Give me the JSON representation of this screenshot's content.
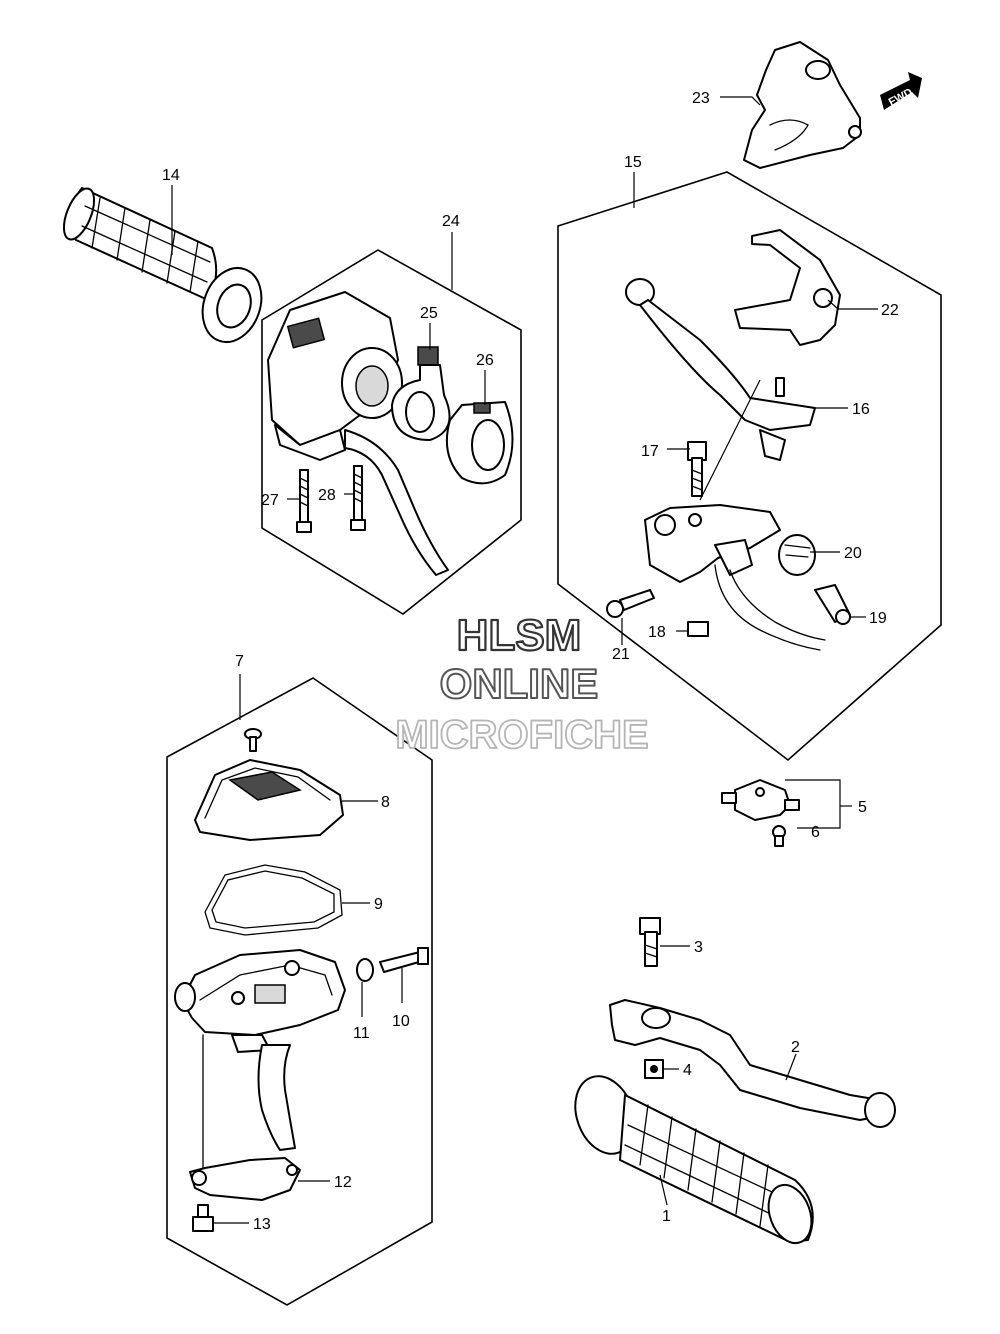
{
  "parts": [
    {
      "number": "1"
    },
    {
      "number": "2"
    },
    {
      "number": "3"
    },
    {
      "number": "4"
    },
    {
      "number": "5"
    },
    {
      "number": "6"
    },
    {
      "number": "7"
    },
    {
      "number": "8"
    },
    {
      "number": "9"
    },
    {
      "number": "10"
    },
    {
      "number": "11"
    },
    {
      "number": "12"
    },
    {
      "number": "13"
    },
    {
      "number": "14"
    },
    {
      "number": "15"
    },
    {
      "number": "16"
    },
    {
      "number": "17"
    },
    {
      "number": "18"
    },
    {
      "number": "19"
    },
    {
      "number": "20"
    },
    {
      "number": "21"
    },
    {
      "number": "22"
    },
    {
      "number": "23"
    },
    {
      "number": "24"
    },
    {
      "number": "25"
    },
    {
      "number": "26"
    },
    {
      "number": "27"
    },
    {
      "number": "28"
    }
  ],
  "watermark": {
    "line1": "HLSM",
    "line2": "ONLINE",
    "line3": "MICROFICHE"
  },
  "direction_badge": "FWD",
  "colors": {
    "line": "#000000",
    "watermark_outline_dark": "#333333",
    "watermark_outline_light": "#b5b5b5"
  }
}
